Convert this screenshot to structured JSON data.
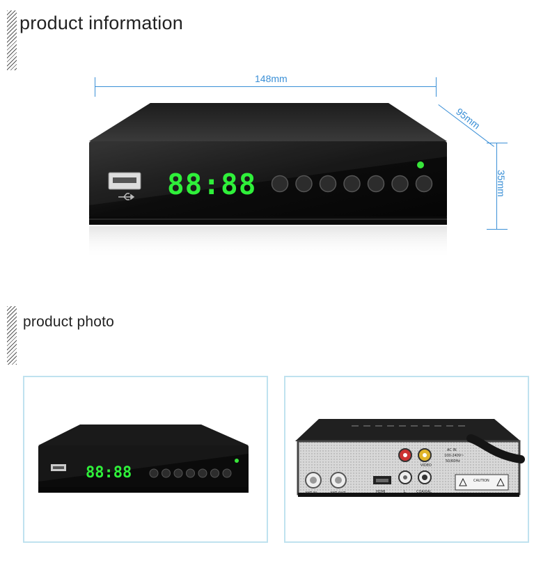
{
  "sections": {
    "info_title": "product information",
    "photo_title": "product photo"
  },
  "dimensions": {
    "width": "148mm",
    "depth": "95mm",
    "height": "35mm"
  },
  "device": {
    "display_text": "88:88",
    "display_color": "#2ff03a",
    "body_color": "#111111",
    "accent_color": "#3a8fd6"
  },
  "rear_labels": {
    "ant_in": "ANT IN",
    "ant_out": "ANT OUT",
    "hdmi": "HDMI",
    "left": "L",
    "coaxial": "COAXIAL",
    "video": "VIDEO",
    "ac_in": "AC IN",
    "voltage": "100-240V~",
    "frequency": "50/60Hz",
    "caution": "CAUTION"
  }
}
